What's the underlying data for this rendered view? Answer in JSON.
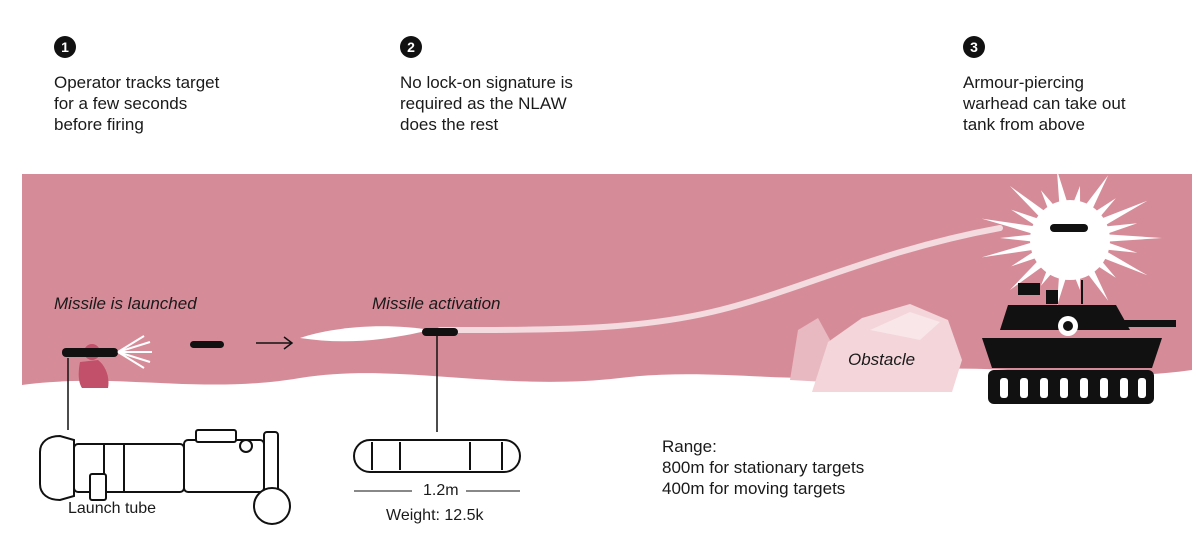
{
  "steps": [
    {
      "number": "1",
      "text": "Operator tracks target\nfor a few seconds\nbefore firing"
    },
    {
      "number": "2",
      "text": "No lock-on signature is\nrequired as the NLAW\ndoes the rest"
    },
    {
      "number": "3",
      "text": "Armour-piercing\nwarhead can take out\ntank from above"
    }
  ],
  "scene_labels": {
    "launched": "Missile is launched",
    "activation": "Missile activation",
    "obstacle": "Obstacle"
  },
  "details": {
    "launch_tube": "Launch tube",
    "length": "1.2m",
    "weight": "Weight: 12.5k",
    "range": "Range:\n800m for stationary targets\n400m for moving targets"
  },
  "colors": {
    "sky": "#d68c98",
    "ground": "#ffffff",
    "operator": "#c2506a",
    "ink": "#111111",
    "obstacle": "#f3d5da"
  }
}
